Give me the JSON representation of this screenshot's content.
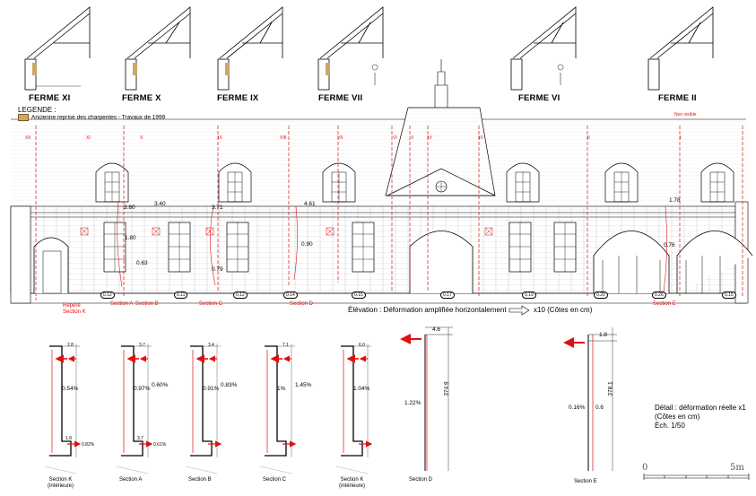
{
  "fermes": [
    "FERME XI",
    "FERME X",
    "FERME IX",
    "FERME VII",
    "FERME VI",
    "FERME II"
  ],
  "legend": {
    "title": "LEGENDE :",
    "item": "Ancienne reprise  des charpentes - Travaux de 1999",
    "swatch_color": "#c8a96a"
  },
  "non_visible": "Non visible",
  "roman_marks": [
    "XII",
    "XI",
    "X",
    "IX",
    "VIII",
    "VII",
    "VI",
    "V",
    "IV",
    "III",
    "II",
    "I"
  ],
  "elevation_dims": [
    "3.80",
    "3.40",
    "3.71",
    "4.61",
    "1.78",
    "1.80",
    "0.63",
    "0.79",
    "0.90",
    "0.76"
  ],
  "base_dims": [
    "0.12",
    "0.11",
    "0.12",
    "0.14",
    "0.15",
    "0.17",
    "0.19",
    "0.20",
    "0.26",
    "0.15"
  ],
  "section_marks": [
    "Repère\nSection K",
    "Section A",
    "Section B",
    "Section C",
    "Section D",
    "Section E"
  ],
  "elevation_caption": "Élévation : Déformation amplifiée horizontalement",
  "scale_caption": "x10  (Côtes en cm)",
  "sections": [
    {
      "label": "Section K\n(intérieure)",
      "pct": "0.54%",
      "top": "2.8",
      "base": "1.9",
      "pct2": "0.82%"
    },
    {
      "label": "Section A",
      "pct": "0.97%",
      "pct_b": "0.60%",
      "top": "3.7",
      "base": "3.7",
      "pct2": "0.61%"
    },
    {
      "label": "Section B",
      "pct": "0.91%",
      "pct_b": "0.83%",
      "top": "3.4"
    },
    {
      "label": "Section C",
      "pct": "1%",
      "pct_b": "1.45%",
      "top": "7.1"
    },
    {
      "label": "Section K\n(intérieure)",
      "pct": "1.04%",
      "top": "6.0"
    }
  ],
  "section_d": {
    "label": "Section D",
    "top": "4.6",
    "height": "374.9",
    "pct": "1.22%"
  },
  "section_e": {
    "label": "Section E",
    "top": "1.8",
    "height": "378.1",
    "pct": "0.16%",
    "base": "0.6"
  },
  "detail": {
    "line1": "Détail : déformation réelle x1",
    "line2": "(Côtes en cm)",
    "line3": "Éch. 1/50"
  },
  "scale_bar": {
    "start": "0",
    "end": "5m"
  }
}
